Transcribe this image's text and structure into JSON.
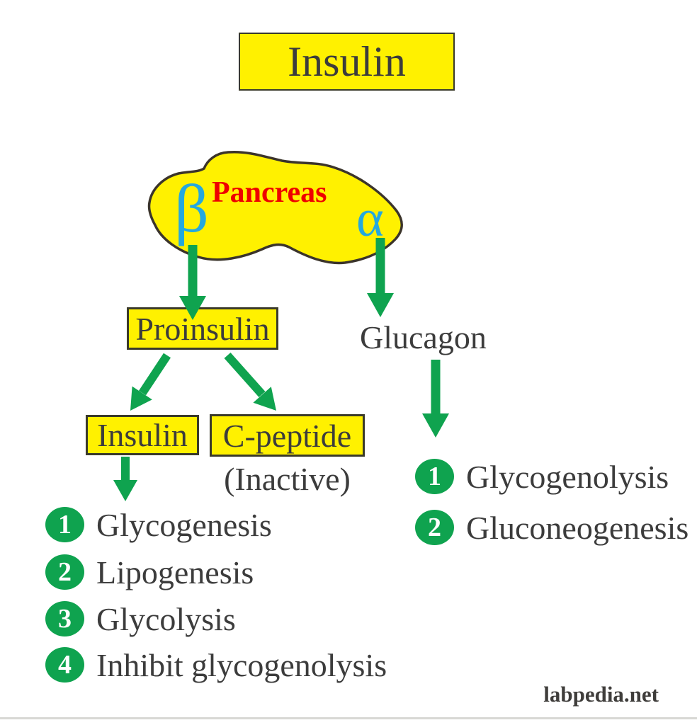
{
  "title": "Insulin",
  "pancreas": {
    "label": "Pancreas",
    "beta_symbol": "β",
    "alpha_symbol": "α"
  },
  "beta_branch": {
    "proinsulin_label": "Proinsulin",
    "insulin_label": "Insulin",
    "c_peptide_label": "C-peptide",
    "c_peptide_note": "(Inactive)"
  },
  "alpha_branch": {
    "glucagon_label": "Glucagon"
  },
  "insulin_effects": [
    {
      "num": "1",
      "label": "Glycogenesis"
    },
    {
      "num": "2",
      "label": "Lipogenesis"
    },
    {
      "num": "3",
      "label": "Glycolysis"
    },
    {
      "num": "4",
      "label": "Inhibit glycogenolysis"
    }
  ],
  "glucagon_effects": [
    {
      "num": "1",
      "label": "Glycogenolysis"
    },
    {
      "num": "2",
      "label": "Gluconeogenesis"
    }
  ],
  "watermark": "labpedia.net",
  "colors": {
    "yellow_fill": "#FFF100",
    "green_accent": "#0FA34F",
    "cyan_greek": "#25A8DF",
    "red_pancreas": "#EE0000",
    "dark_text": "#3C3C3C",
    "outline": "#3A3A2A"
  }
}
